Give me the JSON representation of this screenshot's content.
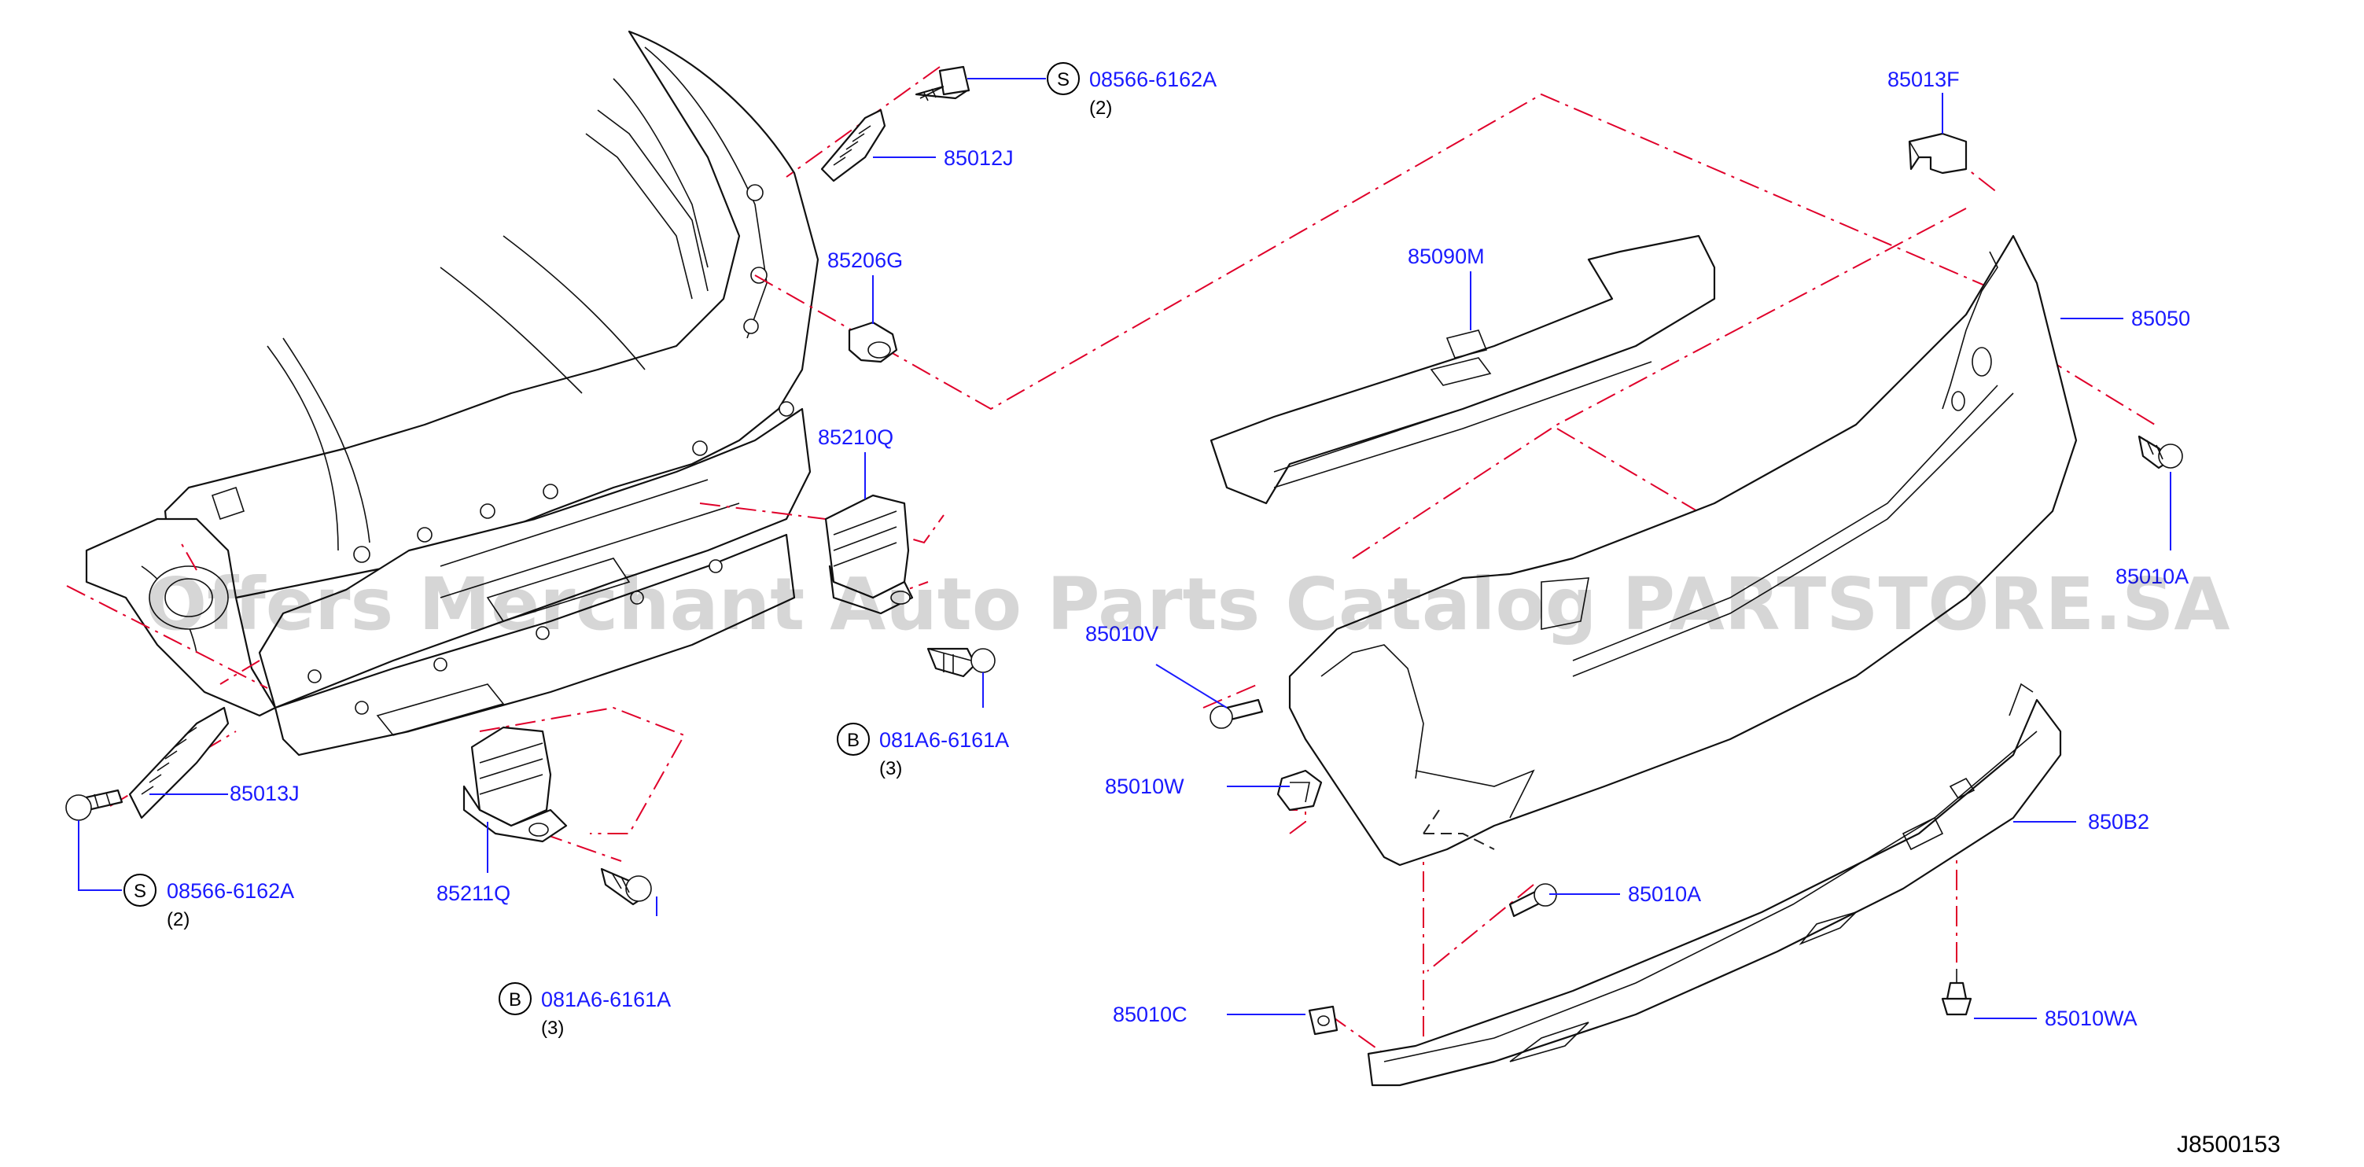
{
  "callouts": [
    {
      "id": "85013F",
      "label": "85013F"
    },
    {
      "id": "85012J",
      "label": "85012J"
    },
    {
      "id": "85206G",
      "label": "85206G"
    },
    {
      "id": "85090M",
      "label": "85090M"
    },
    {
      "id": "85050",
      "label": "85050"
    },
    {
      "id": "85210Q",
      "label": "85210Q"
    },
    {
      "id": "85010A_right",
      "label": "85010A"
    },
    {
      "id": "85010V",
      "label": "85010V"
    },
    {
      "id": "85013J",
      "label": "85013J"
    },
    {
      "id": "85010W",
      "label": "85010W"
    },
    {
      "id": "850B2",
      "label": "850B2"
    },
    {
      "id": "85211Q",
      "label": "85211Q"
    },
    {
      "id": "85010A_lower",
      "label": "85010A"
    },
    {
      "id": "85010C",
      "label": "85010C"
    },
    {
      "id": "85010WA",
      "label": "85010WA"
    }
  ],
  "fasteners": [
    {
      "id": "s_top",
      "letter": "S",
      "part": "08566-6162A",
      "qty": "(2)"
    },
    {
      "id": "b_mid",
      "letter": "B",
      "part": "081A6-6161A",
      "qty": "(3)"
    },
    {
      "id": "s_bottom",
      "letter": "S",
      "part": "08566-6162A",
      "qty": "(2)"
    },
    {
      "id": "b_bottom",
      "letter": "B",
      "part": "081A6-6161A",
      "qty": "(3)"
    }
  ],
  "watermark": "Offers Merchant Auto Parts Catalog PARTSTORE.SA",
  "diagram_id": "J8500153",
  "colors": {
    "callout": "#1a1aff",
    "centerline": "#e0002a",
    "line": "#111111"
  }
}
